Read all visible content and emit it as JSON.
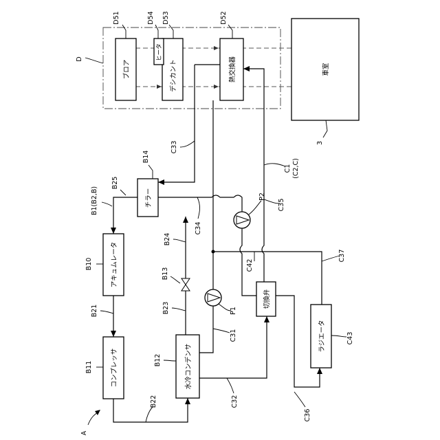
{
  "system_label": "A",
  "blocks": {
    "blower": "ブロア",
    "heater": "ヒータ",
    "desiccant": "デシカント",
    "heat_exchanger": "熱交換器",
    "vehicle_cabin": "車室",
    "chiller": "チラー",
    "accumulator": "アキュムレータ",
    "compressor": "コンプレッサ",
    "condenser": "水冷コンデンサ",
    "switching_valve": "切換弁",
    "radiator": "ラジエータ"
  },
  "labels": {
    "d": "D",
    "d51": "D51",
    "d54": "D54",
    "d53": "D53",
    "d52": "D52",
    "ref3": "3",
    "c33": "C33",
    "b14": "B14",
    "c1": "C1",
    "c1_sub": "(C2,C)",
    "b1": "B1(B2,B)",
    "b25": "B25",
    "p2": "P2",
    "c35": "C35",
    "c34": "C34",
    "b24": "B24",
    "b10": "B10",
    "c42": "C42",
    "c37": "C37",
    "b13": "B13",
    "b21": "B21",
    "b23": "B23",
    "p1": "P1",
    "c43": "C43",
    "c31": "C31",
    "b11": "B11",
    "b12": "B12",
    "b22": "B22",
    "c32": "C32",
    "c36": "C36"
  }
}
